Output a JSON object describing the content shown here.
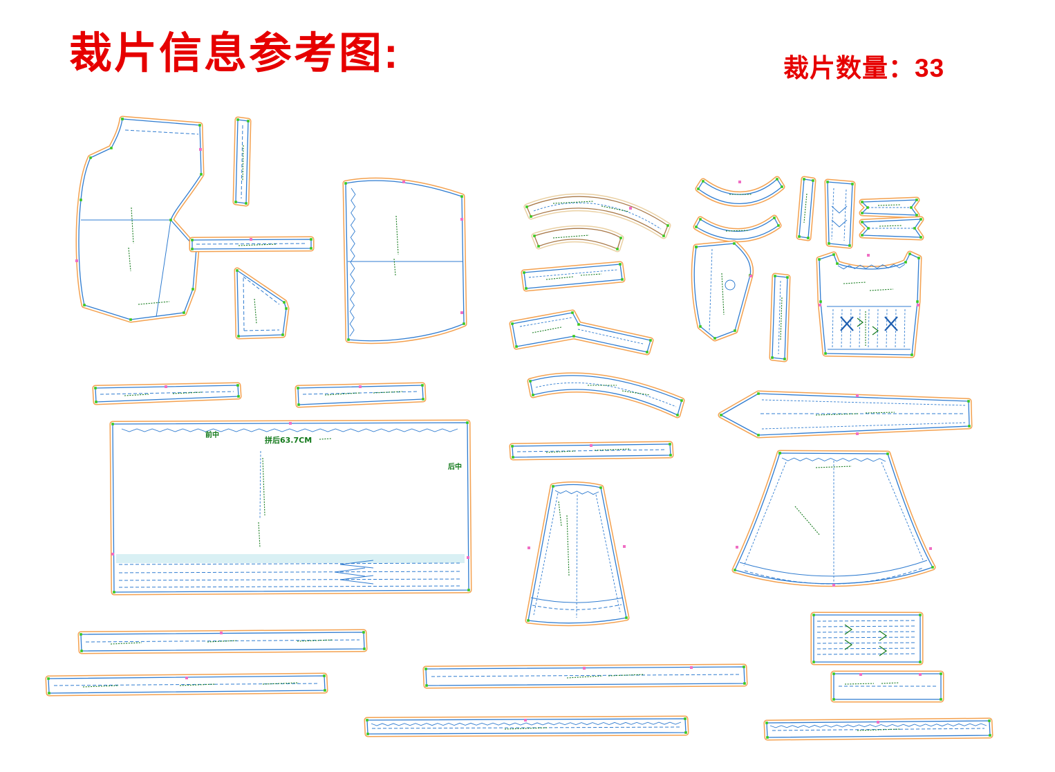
{
  "page": {
    "title": "裁片信息参考图:",
    "count_label": "裁片数量：33"
  },
  "panel_labels": {
    "front_center": "前中",
    "back_width": "拼后63.7CM",
    "back_center": "后中"
  },
  "piece_count": 33,
  "colors": {
    "title_red": "#e60000",
    "seam_orange": "#f4a04e",
    "line_blue": "#2e7bd0",
    "point_green": "#3bc81e",
    "notch_pink": "#f06ec4",
    "label_green": "#12791a",
    "accent_tan": "#a87848"
  }
}
